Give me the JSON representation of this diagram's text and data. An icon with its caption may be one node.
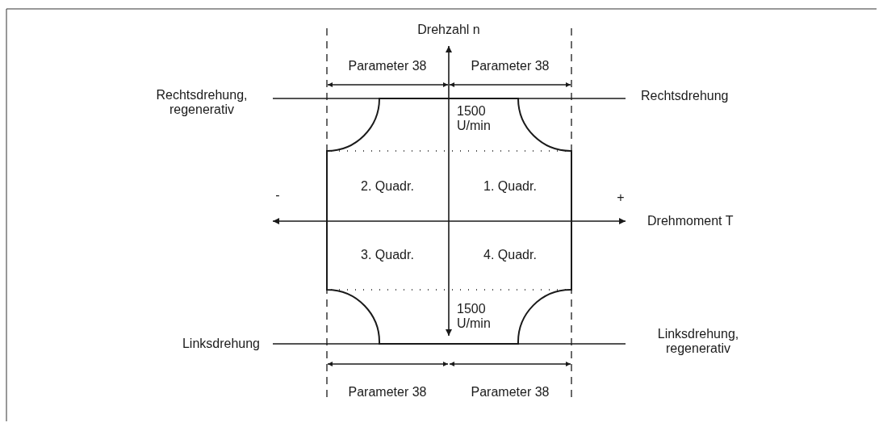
{
  "diagram": {
    "labels": [
      "Drehzahl n",
      "Parameter 38",
      "Parameter 38",
      "Rechtsdrehung, regenerativ",
      "Rechtsdrehung",
      "1500 U/min",
      "2. Quadr.",
      "1. Quadr.",
      "-",
      "+",
      "Drehmoment T",
      "3. Quadr.",
      "4. Quadr.",
      "1500 U/min",
      "Linksdrehung",
      "Linksdrehung, regenerativ",
      "Parameter 38",
      "Parameter 38"
    ]
  }
}
